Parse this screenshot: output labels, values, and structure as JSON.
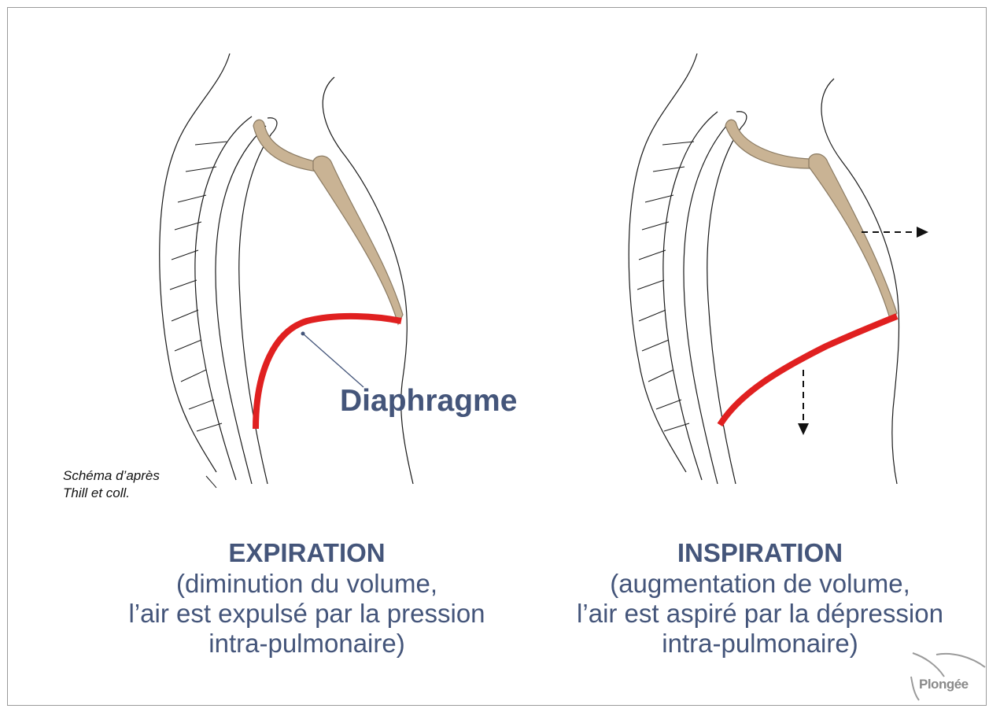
{
  "diagram": {
    "diaphragm_label": "Diaphragme",
    "credit_line1": "Schéma d’après",
    "credit_line2": "Thill et coll.",
    "colors": {
      "diaphragm": "#e02020",
      "bone": "#c9b394",
      "bone_outline": "#8a7a62",
      "text": "#44557a",
      "outline": "#1a1a1a"
    }
  },
  "captions": {
    "expiration": {
      "title": "EXPIRATION",
      "line1": "(diminution du volume,",
      "line2": "l’air est expulsé par la pression",
      "line3": "intra-pulmonaire)"
    },
    "inspiration": {
      "title": "INSPIRATION",
      "line1": "(augmentation de volume,",
      "line2": "l’air est aspiré par la dépression",
      "line3": "intra-pulmonaire)"
    }
  },
  "logo": {
    "text": "Plongée",
    "icon": "swoosh-logo-icon"
  }
}
